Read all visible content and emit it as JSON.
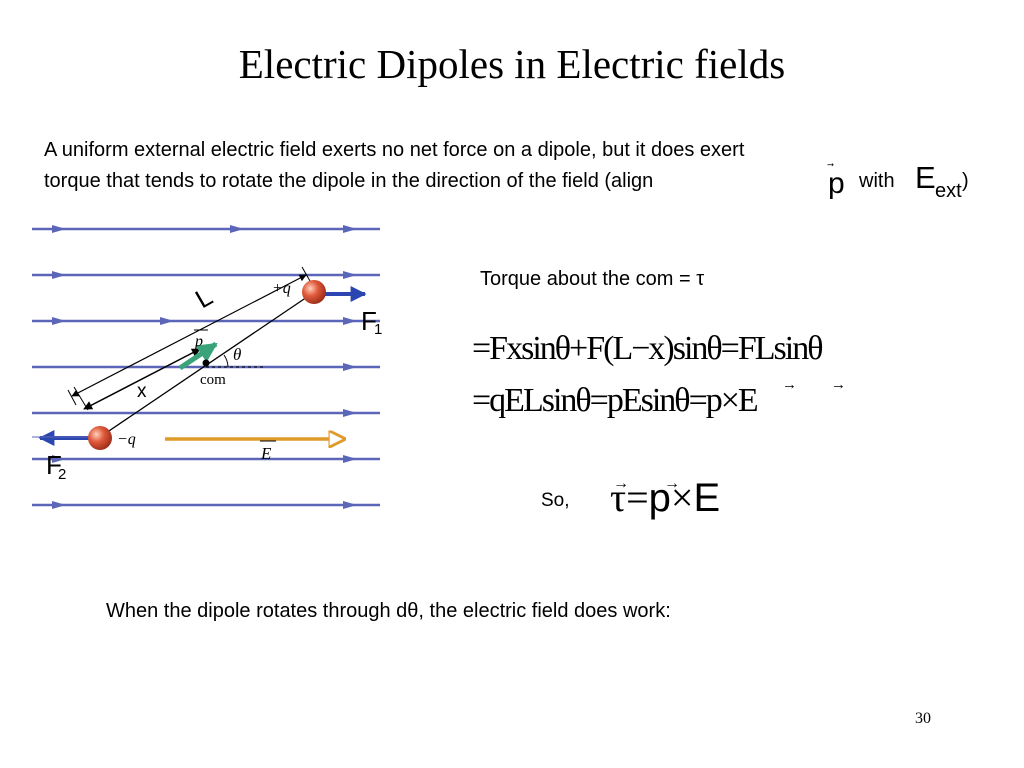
{
  "slide": {
    "title": "Electric Dipoles in Electric fields",
    "intro_line1": "A uniform external electric field exerts no net force on a dipole, but it does exert",
    "intro_line2": "torque that tends to rotate the dipole in the direction of the field (align",
    "intro_with": "with",
    "p_symbol": "p",
    "E_symbol": "E",
    "ext_sub": "ext",
    "close_paren": ")",
    "torque_label": "Torque about the com = τ",
    "eq_line1": "=Fxsinθ+F(L−x)sinθ=FLsinθ",
    "eq_line2": "=qELsinθ=pEsinθ=p×E",
    "so_label": "So,",
    "tau_eq_tau": "τ",
    "tau_eq_equals": "=",
    "tau_eq_p": "p",
    "tau_eq_times": "×",
    "tau_eq_E": "E",
    "work_sentence": "When the dipole rotates through dθ, the electric field does work:",
    "page_number": "30"
  },
  "figure": {
    "L_label": "L",
    "x_label": "x",
    "plus_q": "+q",
    "minus_q": "−q",
    "p_label": "p",
    "theta_label": "θ",
    "com_label": "com",
    "E_label": "E",
    "F1": "F",
    "F1_sub": "1",
    "F2": "F",
    "F2_sub": "2"
  },
  "colors": {
    "field_lines": "#5b66b8",
    "charges": "#e05a3c",
    "dipole_moment_arrow": "#3aa37a",
    "field_arrow": "#e09a2a",
    "force_arrow": "#2b46b0"
  }
}
